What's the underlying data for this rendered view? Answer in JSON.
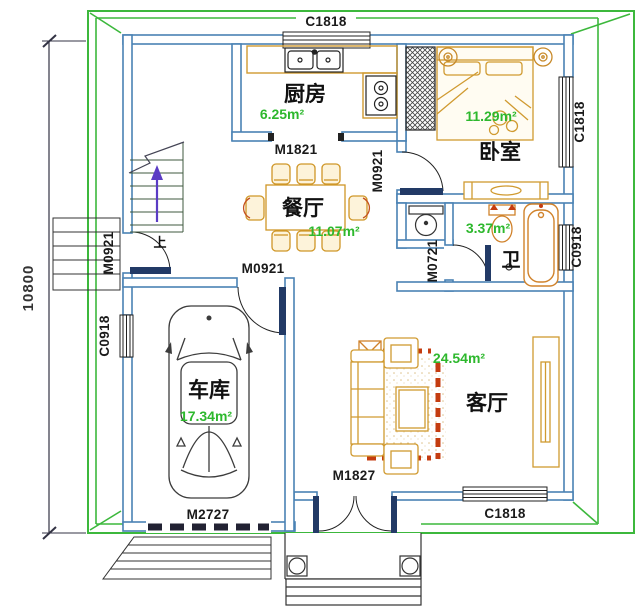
{
  "drawing": {
    "dimension_left": "10800",
    "stairs_up_label": "上"
  },
  "rooms": {
    "kitchen": {
      "name": "厨房",
      "area": "6.25m²"
    },
    "bedroom": {
      "name": "卧室",
      "area": "11.29m²"
    },
    "dining": {
      "name": "餐厅",
      "area": "11.07m²"
    },
    "bathroom": {
      "name": "卫",
      "area": "3.37m²"
    },
    "garage": {
      "name": "车库",
      "area": "17.34m²"
    },
    "living": {
      "name": "客厅",
      "area": "24.54m²"
    }
  },
  "windows": {
    "top_kitchen": "C1818",
    "right_bedroom": "C1818",
    "right_bathroom": "C0918",
    "left_garage": "C0918",
    "bottom_living": "C1818"
  },
  "doors": {
    "side_entry": "M0921",
    "kitchen": "M1821",
    "bedroom": "M0921",
    "bathroom": "M0721",
    "garage_hall": "M0921",
    "garage_main": "M2727",
    "main_entry": "M1827"
  },
  "colors": {
    "frame_green": "#3cb83c",
    "wall_blue": "#4a82b4",
    "furniture_orange": "#d09a30",
    "accent_red": "#c43c10",
    "area_text_green": "#2db82d",
    "door_leaf_navy": "#223a66",
    "stair_arrow_purple": "#5b3cc4"
  }
}
